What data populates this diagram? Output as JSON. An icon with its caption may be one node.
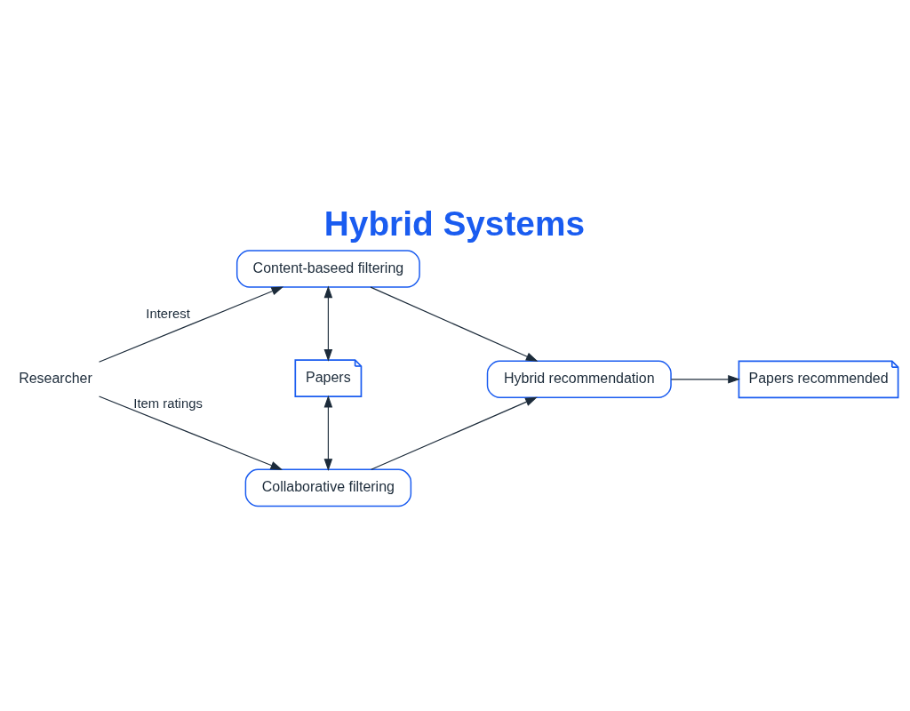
{
  "diagram": {
    "title": "Hybrid Systems",
    "nodes": [
      {
        "text": [
          "Researcher"
        ]
      },
      {
        "text": [
          "Content-baseed filtering"
        ]
      },
      {
        "text": [
          "Papers"
        ]
      },
      {
        "text": [
          "Collaborative filtering"
        ]
      },
      {
        "text": [
          "Hybrid recommendation"
        ]
      },
      {
        "text": [
          "Papers recommended"
        ]
      }
    ],
    "edges": [
      {
        "from": 0,
        "to": 1,
        "arrow": "to",
        "label": "Interest"
      },
      {
        "from": 0,
        "to": 3,
        "arrow": "to",
        "label": "Item ratings"
      },
      {
        "from": 1,
        "to": 2,
        "arrow": "both"
      },
      {
        "from": 2,
        "to": 3,
        "arrow": "both"
      },
      {
        "from": 1,
        "to": 4,
        "arrow": "to"
      },
      {
        "from": 3,
        "to": 4,
        "arrow": "to"
      },
      {
        "from": 4,
        "to": 5,
        "arrow": "to"
      }
    ]
  }
}
